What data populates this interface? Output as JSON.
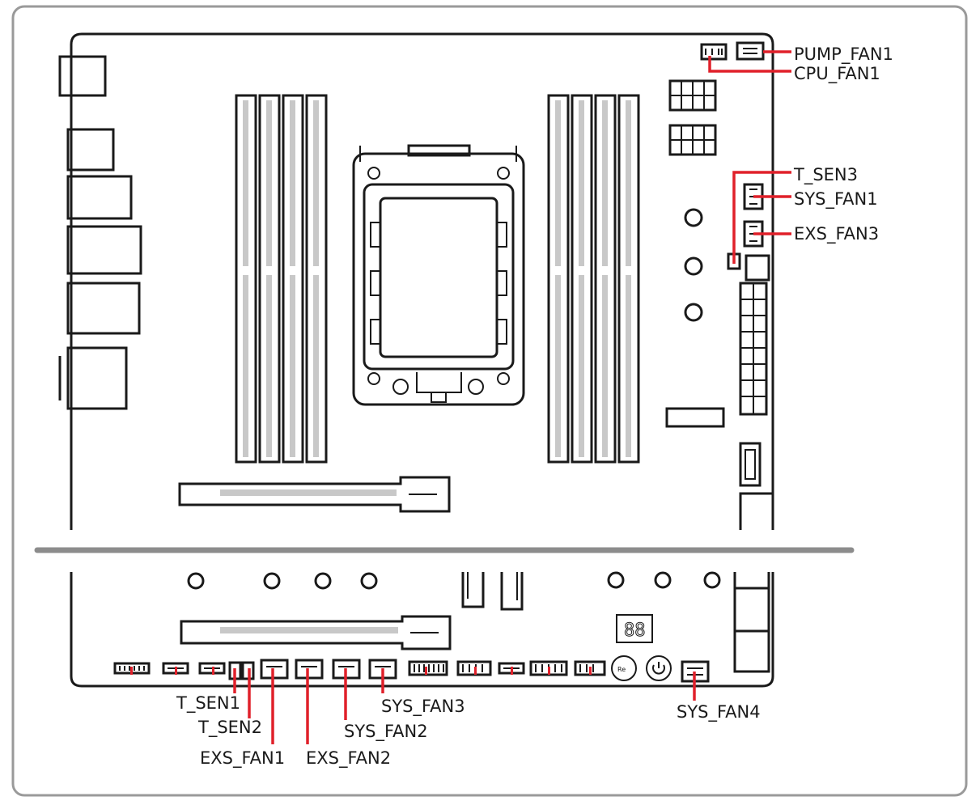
{
  "labels": {
    "pump_fan1": "PUMP_FAN1",
    "cpu_fan1": "CPU_FAN1",
    "t_sen3": "T_SEN3",
    "sys_fan1": "SYS_FAN1",
    "exs_fan3": "EXS_FAN3",
    "t_sen1": "T_SEN1",
    "t_sen2": "T_SEN2",
    "exs_fan1": "EXS_FAN1",
    "exs_fan2": "EXS_FAN2",
    "sys_fan2": "SYS_FAN2",
    "sys_fan3": "SYS_FAN3",
    "sys_fan4": "SYS_FAN4"
  },
  "debug_display": "88",
  "colors": {
    "highlight": "#e0202a",
    "outline": "#1a1a1a",
    "divider": "#8c8c8c",
    "frame": "#9a9a9a"
  }
}
